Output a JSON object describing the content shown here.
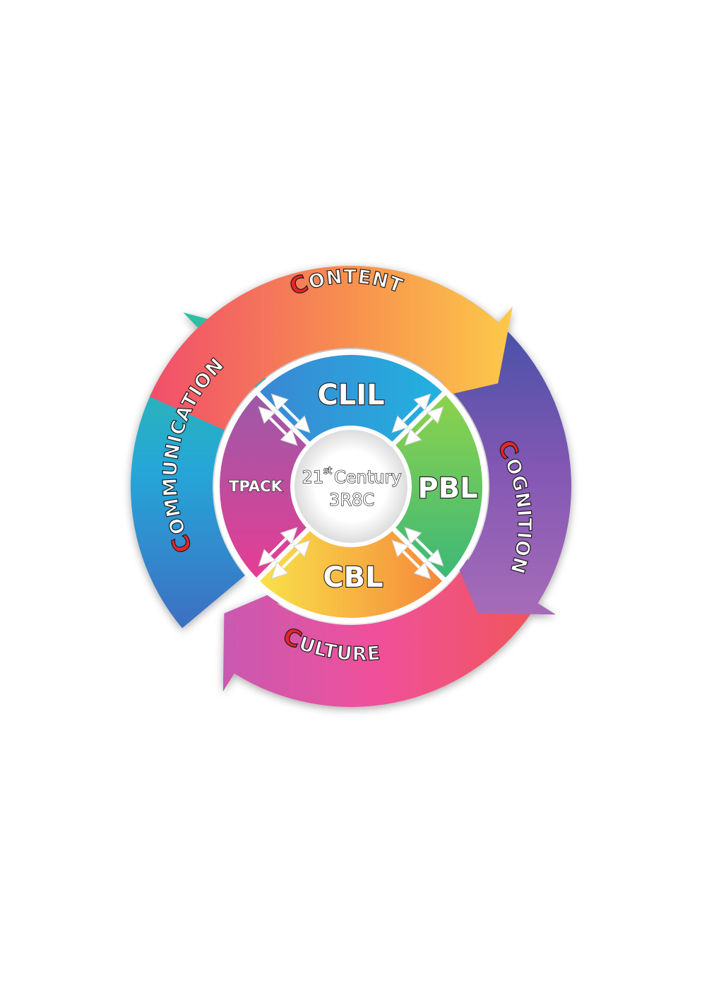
{
  "outer_cycle": [
    {
      "id": "content",
      "initial": "C",
      "rest": "ONTENT",
      "initial_color": "#e8252b"
    },
    {
      "id": "cognition",
      "initial": "C",
      "rest": "OGNITION",
      "initial_color": "#e8252b"
    },
    {
      "id": "culture",
      "initial": "C",
      "rest": "ULTURE",
      "initial_color": "#e8252b"
    },
    {
      "id": "communication",
      "initial": "C",
      "rest": "OMMUNICATION",
      "initial_color": "#e8252b"
    }
  ],
  "inner_ring": {
    "top": "CLIL",
    "right": "PBL",
    "bottom": "CBL",
    "left": "TPACK"
  },
  "center": {
    "line1_number": "21",
    "line1_superscript": "st",
    "line1_word": "Century",
    "line2": "3R8C"
  },
  "colors": {
    "text_fill": "#ffffff",
    "text_stroke": "#1a1a1a",
    "clil_segment": "#2a8fd6",
    "pbl_segment": "#57c05a",
    "cbl_segment": "#f7b33a",
    "tpack_segment": "#c94aa3"
  }
}
